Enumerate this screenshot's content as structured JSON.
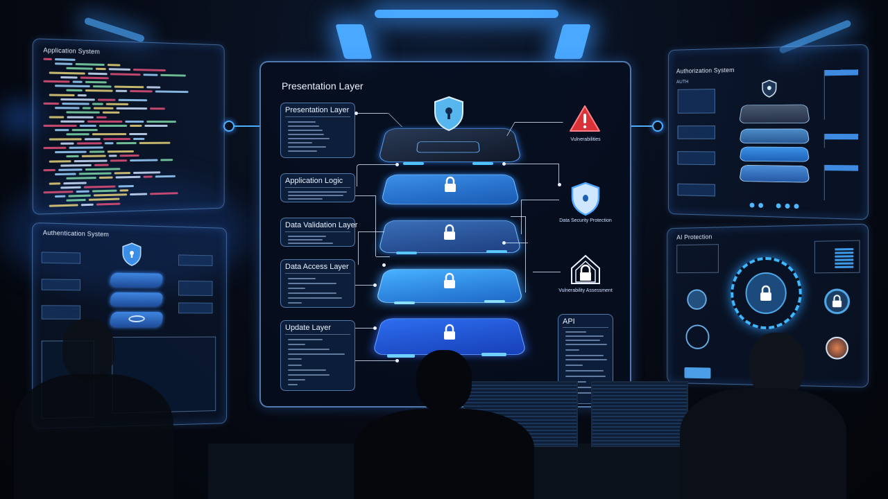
{
  "scene": {
    "accent": "#3d8bff",
    "warning_color": "#e03a3a"
  },
  "left_top_panel": {
    "title": "Application System"
  },
  "left_bottom_panel": {
    "title": "Authentication System"
  },
  "main_panel": {
    "title": "Presentation Layer",
    "layers": [
      {
        "label": "Presentation Layer"
      },
      {
        "label": "Application Logic"
      },
      {
        "label": "Data Validation Layer"
      },
      {
        "label": "Data Access Layer"
      },
      {
        "label": "Update Layer"
      }
    ],
    "icons": [
      {
        "name": "warning-icon",
        "caption": "Vulnerabilities"
      },
      {
        "name": "shield-icon",
        "caption": "Data Security Protection"
      },
      {
        "name": "lock-house-icon",
        "caption": "Vulnerability Assessment"
      }
    ],
    "api_box": {
      "title": "API"
    }
  },
  "right_top_panel": {
    "title": "Authorization System",
    "subtitle": "AUTH"
  },
  "right_bottom_panel": {
    "title": "AI Protection"
  }
}
